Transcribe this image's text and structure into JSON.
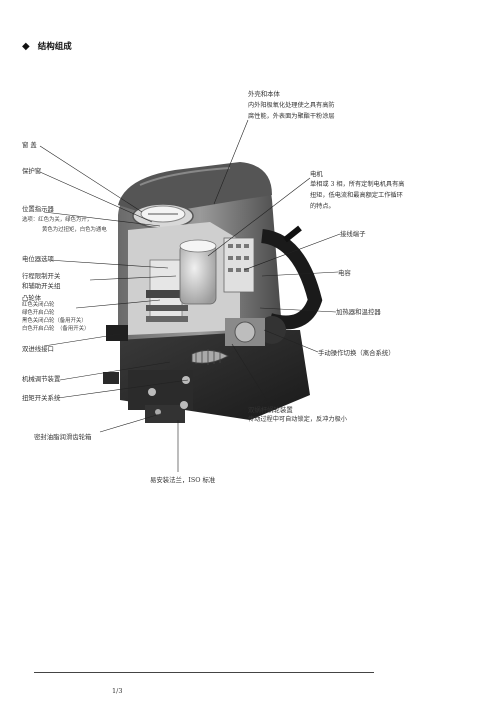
{
  "section": {
    "bullet": "◆",
    "title": "结构组成"
  },
  "labels": {
    "shell_title": "外壳和本体",
    "shell_desc_1": "内外阳极氧化处理使之具有高防",
    "shell_desc_2": "腐性能，外表面为聚酯干粉涂层",
    "window": "窗 盖",
    "protect_window": "保护窗",
    "position_indicator": "位置指示器",
    "indicator_desc_1": "选项：红色为关，绿色为开，",
    "indicator_desc_2": "黄色为过扭矩，白色为通电",
    "motor_title": "电机",
    "motor_desc_1": "单相或 3 相，所有定制电机具有高",
    "motor_desc_2": "扭矩，低电流和最高额定工作循环",
    "motor_desc_3": "的特点。",
    "terminal": "接线端子",
    "potentiometer": "电位器选项",
    "limit_switch_1": "行程限制开关",
    "limit_switch_2": "和辅助开关组",
    "capacitor": "电容",
    "cam_title": "凸轮体",
    "cam_1": "红色关闭凸轮",
    "cam_2": "绿色开启凸轮",
    "cam_3": "黑色关闭凸轮（备用开关）",
    "cam_4": "白色开启凸轮　（备用开关）",
    "heater": "加热器和温控器",
    "conduit": "双进线接口",
    "manual": "手动操作切换（离合系统）",
    "mech_adjust": "机械调节装置",
    "torque_switch": "扭矩开关系统",
    "worm_title": "双蜗杆蜗轮装置",
    "worm_desc": "传动过程中可自动锁定，反冲力极小",
    "gearbox": "密封油脂润滑齿轮箱",
    "flange": "易安装法兰，ISO 标准"
  },
  "footer": {
    "page": "1/3"
  }
}
